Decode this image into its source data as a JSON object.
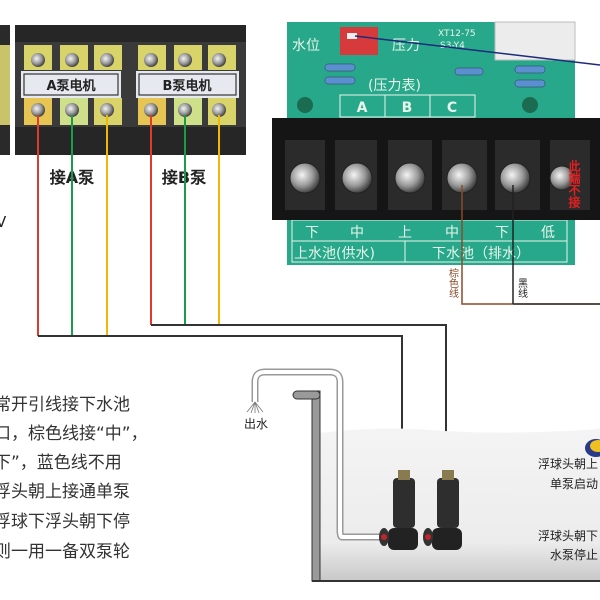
{
  "pump_terminals": {
    "a_label": "A泵电机",
    "b_label": "B泵电机",
    "connect_a": "接A泵",
    "connect_b": "接B泵",
    "partial_left": "V"
  },
  "board": {
    "water_level": "水位",
    "pressure": "压力",
    "model_line1": "XT12-75",
    "model_line2": "S3-Y4",
    "pressure_gauge": "(压力表)",
    "columns": [
      "A",
      "B",
      "C"
    ],
    "terminals": [
      "下",
      "中",
      "上",
      "中",
      "下",
      "低"
    ],
    "upper_tank": "上水池(供水)",
    "lower_tank": "下水池（排水）",
    "do_not_connect": "此端不接",
    "brown_wire": "棕色线",
    "black_wire": "黑线"
  },
  "instructions": [
    "常开引线接下水池",
    "口，棕色线接“中”，",
    "下”，蓝色线不用",
    "浮头朝上接通单泵",
    "浮球下浮头朝下停",
    "则一用一备双泵轮"
  ],
  "tank": {
    "outlet": "出水",
    "float_up_1": "浮球头朝上",
    "float_up_2": "单泵启动",
    "float_down_1": "浮球头朝下",
    "float_down_2": "水泵停止"
  },
  "colors": {
    "wire_red": "#e03a2f",
    "wire_green": "#1a9a4a",
    "wire_yellow": "#f2b705",
    "wire_brown": "#8b4a2b",
    "pcb_green": "#27a88a",
    "alert_red": "#e02020"
  }
}
